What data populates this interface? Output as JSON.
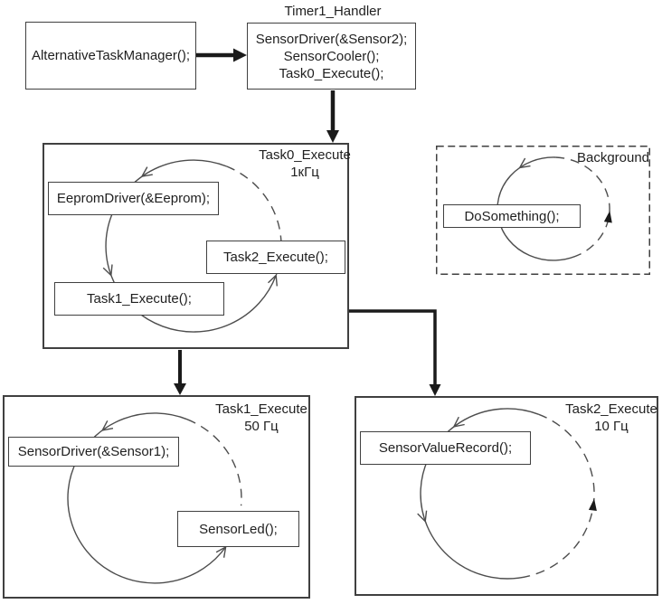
{
  "diagram": {
    "timer_handler_label": "Timer1_Handler",
    "alternative_task_manager": "AlternativeTaskManager();",
    "timer_handler_lines": [
      "SensorDriver(&Sensor2);",
      "SensorCooler();",
      "Task0_Execute();"
    ],
    "task0": {
      "title": "Task0_Execute",
      "frequency": "1кГц",
      "eeprom_driver": "EepromDriver(&Eeprom);",
      "task2_execute": "Task2_Execute();",
      "task1_execute": "Task1_Execute();"
    },
    "background": {
      "title": "Background",
      "do_something": "DoSomething();"
    },
    "task1": {
      "title": "Task1_Execute",
      "frequency": "50 Гц",
      "sensor_driver": "SensorDriver(&Sensor1);",
      "sensor_led": "SensorLed();"
    },
    "task2": {
      "title": "Task2_Execute",
      "frequency": "10 Гц",
      "sensor_value_record": "SensorValueRecord();"
    },
    "colors": {
      "box_border": "#404040",
      "arc": "#4d4d4d",
      "text": "#1f1f1f",
      "thick_arrow": "#1a1a1a",
      "background": "#ffffff"
    }
  }
}
